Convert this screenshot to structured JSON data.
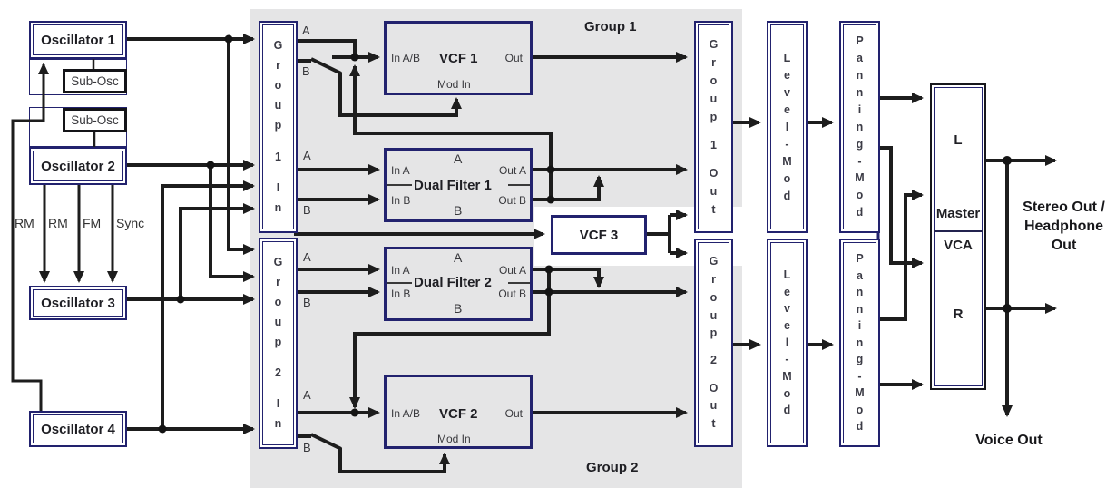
{
  "colors": {
    "panel_gray": "#e5e5e6",
    "border_navy": "#22226e",
    "wire_black": "#1d1d1d",
    "text_dark": "#1f1f24"
  },
  "oscillators": {
    "osc1": "Oscillator 1",
    "osc2": "Oscillator 2",
    "osc3": "Oscillator 3",
    "osc4": "Oscillator 4",
    "subosc1": "Sub-Osc",
    "subosc2": "Sub-Osc"
  },
  "mod_routing": {
    "rm1": "RM",
    "rm2": "RM",
    "fm": "FM",
    "sync": "Sync"
  },
  "regions": {
    "group1": "Group 1",
    "group2": "Group 2"
  },
  "columns": {
    "group1_in": "Group 1 In",
    "group2_in": "Group 2 In",
    "group1_out": "Group 1 Out",
    "group2_out": "Group 2 Out",
    "level_mod1": "Level-Mod",
    "level_mod2": "Level-Mod",
    "panning_mod1": "Panning-Mod",
    "panning_mod2": "Panning-Mod"
  },
  "taps": {
    "a": "A",
    "b": "B"
  },
  "filters": {
    "vcf1": {
      "title": "VCF 1",
      "in": "In A/B",
      "out": "Out",
      "mod_in": "Mod In"
    },
    "vcf2": {
      "title": "VCF 2",
      "in": "In A/B",
      "out": "Out",
      "mod_in": "Mod In"
    },
    "vcf3": {
      "title": "VCF 3"
    },
    "dual_filter1": {
      "title": "Dual Filter 1",
      "path_a": "A",
      "path_b": "B",
      "in_a": "In A",
      "in_b": "In B",
      "out_a": "Out A",
      "out_b": "Out B"
    },
    "dual_filter2": {
      "title": "Dual Filter 2",
      "path_a": "A",
      "path_b": "B",
      "in_a": "In A",
      "in_b": "In B",
      "out_a": "Out A",
      "out_b": "Out B"
    }
  },
  "master": {
    "l": "L",
    "master": "Master",
    "vca": "VCA",
    "r": "R"
  },
  "outputs": {
    "stereo_line1": "Stereo Out /",
    "stereo_line2": "Headphone",
    "stereo_line3": "Out",
    "voice": "Voice Out"
  }
}
